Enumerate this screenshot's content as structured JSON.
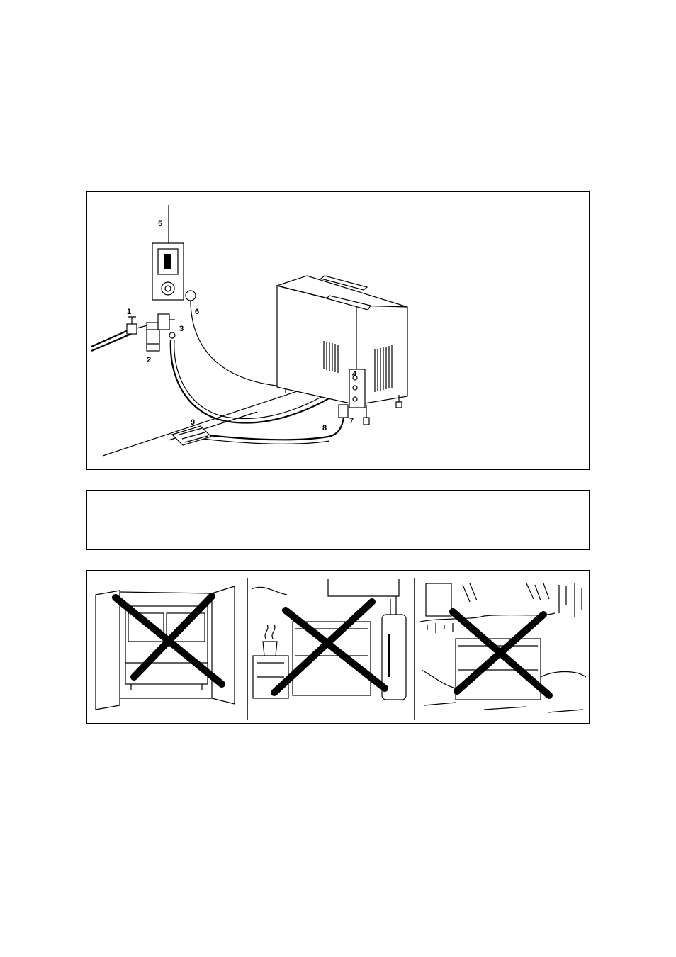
{
  "installation_diagram": {
    "callouts": [
      {
        "id": "1",
        "text": "1"
      },
      {
        "id": "2",
        "text": "2"
      },
      {
        "id": "3",
        "text": "3"
      },
      {
        "id": "4",
        "text": "4"
      },
      {
        "id": "5",
        "text": "5"
      },
      {
        "id": "6",
        "text": "6"
      },
      {
        "id": "7",
        "text": "7"
      },
      {
        "id": "8",
        "text": "8"
      },
      {
        "id": "9",
        "text": "9"
      }
    ]
  },
  "note_box": {
    "text": ""
  },
  "placement_warnings": {
    "panels": [
      {
        "scene": "cabinet-enclosure",
        "crossed_out": true
      },
      {
        "scene": "next-to-heat-sources",
        "crossed_out": true
      },
      {
        "scene": "outdoors-cold",
        "crossed_out": true
      }
    ]
  }
}
